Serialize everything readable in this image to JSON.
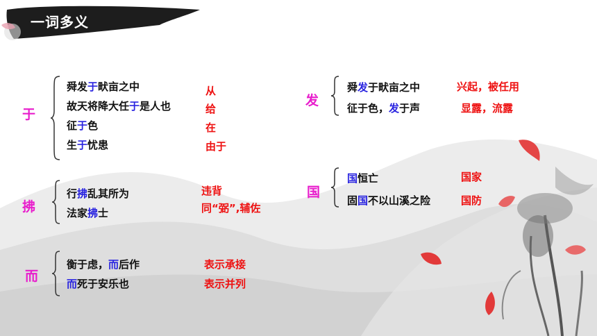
{
  "title": "一词多义",
  "colors": {
    "key": "#e81ecc",
    "highlight": "#2a24e0",
    "meaning": "#ee1111"
  },
  "groups": {
    "yu": {
      "char": "于",
      "lines": [
        {
          "pre": "舜发",
          "hl": "于",
          "post": "畎亩之中"
        },
        {
          "pre": "故天将降大任",
          "hl": "于",
          "post": "是人也"
        },
        {
          "pre": "征",
          "hl": "于",
          "post": "色"
        },
        {
          "pre": "生",
          "hl": "于",
          "post": "忧患"
        }
      ],
      "meanings": [
        "从",
        "给",
        "在",
        "由于"
      ]
    },
    "fu": {
      "char": "拂",
      "lines": [
        {
          "pre": "行",
          "hl": "拂",
          "post": "乱其所为"
        },
        {
          "pre": "法家",
          "hl": "拂",
          "post": "士"
        }
      ],
      "meanings": [
        "违背",
        "同“弼”,辅佐"
      ]
    },
    "er": {
      "char": "而",
      "lines": [
        {
          "pre": "衡于虑，",
          "hl": "而",
          "post": "后作"
        },
        {
          "pre": "",
          "hl": "而",
          "post": "死于安乐也"
        }
      ],
      "meanings": [
        "表示承接",
        "表示并列"
      ]
    },
    "fa": {
      "char": "发",
      "lines": [
        {
          "pre": "舜",
          "hl": "发",
          "post": "于畎亩之中"
        },
        {
          "pre": "征于色，",
          "hl": "发",
          "post": "于声"
        }
      ],
      "meanings": [
        "兴起，被任用",
        "显露，流露"
      ]
    },
    "guo": {
      "char": "国",
      "lines": [
        {
          "pre": "",
          "hl": "国",
          "post": "恒亡"
        },
        {
          "pre": "固",
          "hl": "国",
          "post": "不以山溪之险"
        }
      ],
      "meanings": [
        "国家",
        "国防"
      ]
    }
  }
}
